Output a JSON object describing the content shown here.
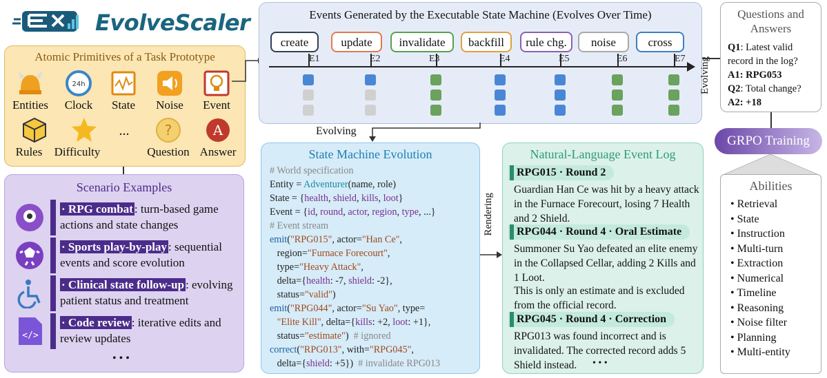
{
  "logo": {
    "name": "EvolveScaler"
  },
  "atomic": {
    "title": "Atomic Primitives of a Task Prototype",
    "items": [
      "Entities",
      "Clock",
      "State",
      "Noise",
      "Event",
      "Rules",
      "Difficulty",
      "...",
      "Question",
      "Answer"
    ],
    "clock_text": "24h",
    "answer_letter": "A",
    "question_mark": "?"
  },
  "scenario": {
    "title": "Scenario Examples",
    "items": [
      {
        "bold": "· RPG combat",
        "rest": ": turn-based game actions and state changes"
      },
      {
        "bold": "· Sports play-by-play",
        "rest": ": sequential events and score evolution"
      },
      {
        "bold": "· Clinical state follow-up",
        "rest": ": evolving patient status and treatment"
      },
      {
        "bold": "· Code review",
        "rest": ": iterative edits and review updates"
      }
    ],
    "more": "• • •",
    "code_icon": "</>"
  },
  "events": {
    "title": "Events Generated by the Executable State Machine (Evolves Over Time)",
    "items": [
      {
        "label": "create",
        "id": "E1",
        "color": "#2f3f55"
      },
      {
        "label": "update",
        "id": "E2",
        "color": "#e07a50"
      },
      {
        "label": "invalidate",
        "id": "E3",
        "color": "#55a050"
      },
      {
        "label": "backfill",
        "id": "E4",
        "color": "#e0a040"
      },
      {
        "label": "rule chg.",
        "id": "E5",
        "color": "#8a5fb5"
      },
      {
        "label": "noise",
        "id": "E6",
        "color": "#a8a8a8"
      },
      {
        "label": "cross",
        "id": "E7",
        "color": "#3d7fc0"
      }
    ],
    "grid": [
      [
        "b",
        "g",
        "g"
      ],
      [
        "b",
        "g",
        "g"
      ],
      [
        "g",
        "g",
        "g"
      ],
      [
        "b",
        "b",
        "b"
      ],
      [
        "b",
        "b",
        "b"
      ],
      [
        "g",
        "g",
        "g"
      ],
      [
        "g",
        "g",
        "g"
      ]
    ],
    "colors": {
      "b": "#4a86d6",
      "g": "#6aa25e",
      "x": "#d0d0d0"
    }
  },
  "arrows": {
    "evolving_left": "Evolving",
    "evolving_right": "Evolving",
    "rendering": "Rendering"
  },
  "state": {
    "title": "State Machine Evolution",
    "lines": [
      [
        [
          "# World specification",
          "g"
        ]
      ],
      [
        [
          "Entity = ",
          ""
        ],
        [
          "Adventurer",
          "c"
        ],
        [
          "(name, role)",
          ""
        ]
      ],
      [
        [
          "State = {",
          ""
        ],
        [
          "health",
          "p"
        ],
        [
          ", ",
          ""
        ],
        [
          "shield",
          "p"
        ],
        [
          ", ",
          ""
        ],
        [
          "kills",
          "p"
        ],
        [
          ", ",
          ""
        ],
        [
          "loot",
          "p"
        ],
        [
          "}",
          ""
        ]
      ],
      [
        [
          "Event = {",
          ""
        ],
        [
          "id",
          "p"
        ],
        [
          ", ",
          ""
        ],
        [
          "round",
          "p"
        ],
        [
          ", ",
          ""
        ],
        [
          "actor",
          "p"
        ],
        [
          ", ",
          ""
        ],
        [
          "region",
          "p"
        ],
        [
          ", ",
          ""
        ],
        [
          "type",
          "p"
        ],
        [
          ", ...}",
          ""
        ]
      ],
      [
        [
          "# Event stream",
          "g"
        ]
      ],
      [
        [
          "emit",
          "k"
        ],
        [
          "(",
          ""
        ],
        [
          "\"RPG015\"",
          "s"
        ],
        [
          ", actor=",
          ""
        ],
        [
          "\"Han Ce\"",
          "s"
        ],
        [
          ",",
          ""
        ]
      ],
      [
        [
          "   region=",
          ""
        ],
        [
          "\"Furnace Forecourt\"",
          "s"
        ],
        [
          ",",
          ""
        ]
      ],
      [
        [
          "   type=",
          ""
        ],
        [
          "\"Heavy Attack\"",
          "s"
        ],
        [
          ",",
          ""
        ]
      ],
      [
        [
          "   delta={",
          ""
        ],
        [
          "health",
          "p"
        ],
        [
          ": -7, ",
          ""
        ],
        [
          "shield",
          "p"
        ],
        [
          ": -2},",
          ""
        ]
      ],
      [
        [
          "   status=",
          ""
        ],
        [
          "\"valid\"",
          "s"
        ],
        [
          ")",
          ""
        ]
      ],
      [
        [
          "emit",
          "k"
        ],
        [
          "(",
          ""
        ],
        [
          "\"RPG044\"",
          "s"
        ],
        [
          ", actor=",
          ""
        ],
        [
          "\"Su Yao\"",
          "s"
        ],
        [
          ", type=",
          ""
        ]
      ],
      [
        [
          "   ",
          ""
        ],
        [
          "\"Elite Kill\"",
          "s"
        ],
        [
          ", delta={",
          ""
        ],
        [
          "kills",
          "p"
        ],
        [
          ": +2, ",
          ""
        ],
        [
          "loot",
          "p"
        ],
        [
          ": +1},",
          ""
        ]
      ],
      [
        [
          "   status=",
          ""
        ],
        [
          "\"estimate\"",
          "s"
        ],
        [
          ")  ",
          ""
        ],
        [
          "# ignored",
          "g"
        ]
      ],
      [
        [
          "correct",
          "k"
        ],
        [
          "(",
          ""
        ],
        [
          "\"RPG013\"",
          "s"
        ],
        [
          ", with=",
          ""
        ],
        [
          "\"RPG045\"",
          "s"
        ],
        [
          ",",
          ""
        ]
      ],
      [
        [
          "   delta={",
          ""
        ],
        [
          "shield",
          "p"
        ],
        [
          ": +5})  ",
          ""
        ],
        [
          "# invalidate RPG013",
          "g"
        ]
      ]
    ]
  },
  "log": {
    "title": "Natural-Language Event Log",
    "h1": "RPG015 · Round 2",
    "t1": "Guardian Han Ce was hit by a heavy attack in the Furnace Forecourt, losing 7 Health and 2 Shield.",
    "h2": "RPG044 · Round 4 · Oral Estimate",
    "t2": "Summoner Su Yao defeated an elite enemy in the Collapsed Cellar, adding 2 Kills and 1 Loot.",
    "t3": "This is only an estimate and is excluded from the official record.",
    "h3": "RPG045 · Round 4 · Correction",
    "t4": "RPG013 was found incorrect and is invalidated. The corrected record adds 5 Shield instead.",
    "more": "• • •"
  },
  "qa": {
    "title": "Questions and Answers",
    "q1_label": "Q1",
    "q1": ": Latest valid record in the log?",
    "a1_label": "A1: RPG053",
    "q2_label": "Q2",
    "q2": ": Total change?",
    "a2_label": "A2: +18"
  },
  "grpo": {
    "label": "GRPO Training"
  },
  "abilities": {
    "title": "Abilities",
    "items": [
      "• Retrieval",
      "• State",
      "• Instruction",
      "• Multi-turn",
      "• Extraction",
      "• Numerical",
      "• Timeline",
      "• Reasoning",
      "• Noise filter",
      "• Planning",
      "• Multi-entity"
    ]
  }
}
